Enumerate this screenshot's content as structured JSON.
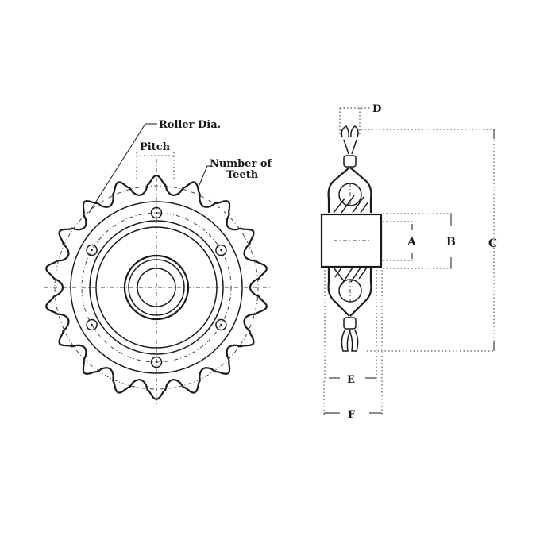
{
  "diagram": {
    "title": "Idler Sprocket Dimension Drawing",
    "front_view": {
      "labels": {
        "roller_dia": "Roller Dia.",
        "pitch": "Pitch",
        "number_of_teeth_line1": "Number of",
        "number_of_teeth_line2": "Teeth"
      },
      "teeth_count": 18,
      "bolt_holes": 6
    },
    "side_view": {
      "dimensions": {
        "A": "A",
        "B": "B",
        "C": "C",
        "D": "D",
        "E": "E",
        "F": "F"
      }
    },
    "colors": {
      "line": "#1a1a1a",
      "background": "#ffffff"
    }
  }
}
